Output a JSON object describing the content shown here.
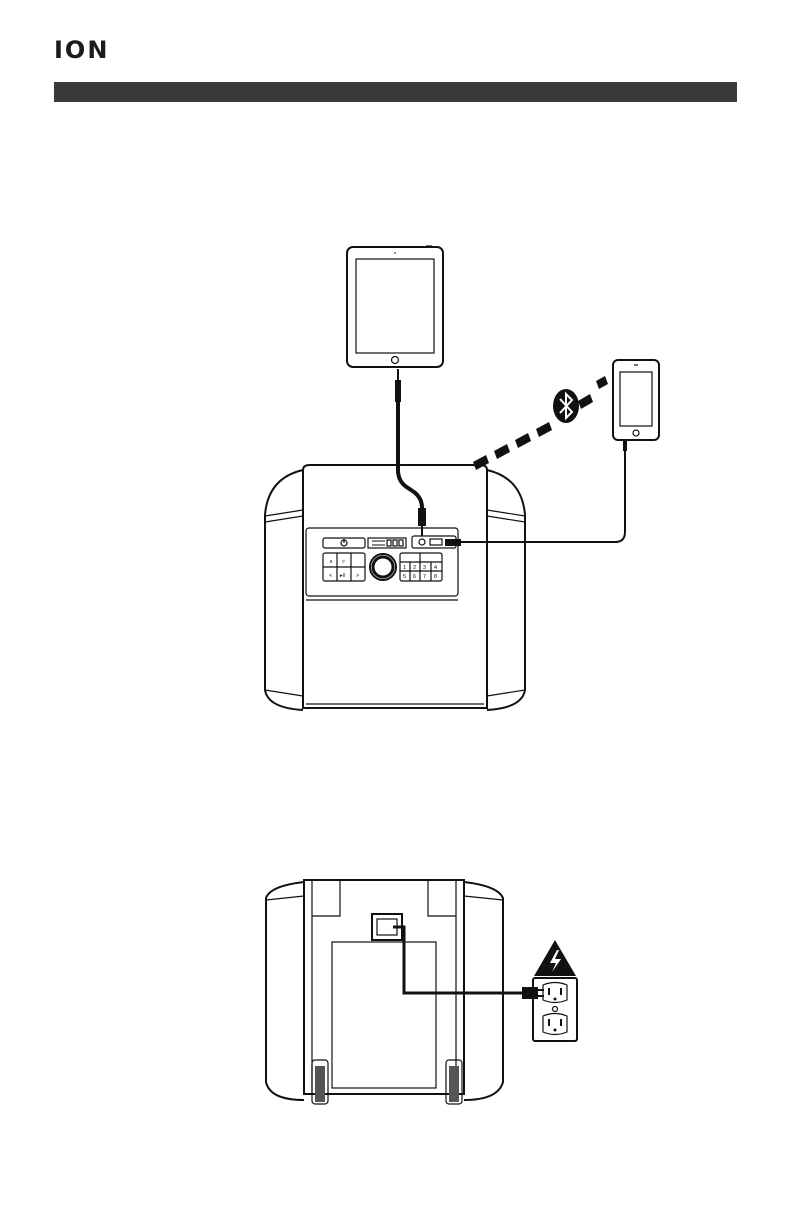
{
  "brand": {
    "logo_text": "ION"
  },
  "header_bar": {
    "color": "#3a3a3a"
  },
  "speaker_front": {
    "keypad_labels": [
      "1",
      "2",
      "3",
      "4",
      "5",
      "6",
      "7",
      "8"
    ]
  },
  "icons": {
    "bluetooth": "bluetooth-icon",
    "warning": "high-voltage-warning-icon",
    "power": "power-icon"
  }
}
